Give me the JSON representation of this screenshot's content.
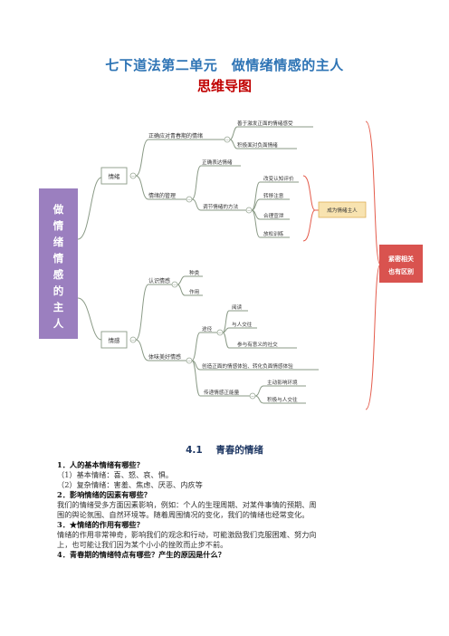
{
  "document": {
    "title": "七下道法第二单元　做情绪情感的主人",
    "subtitle": "思维导图"
  },
  "mindmap": {
    "root": [
      "做",
      "情",
      "绪",
      "情",
      "感",
      "的",
      "主",
      "人"
    ],
    "right_conclusion": [
      "紧密相关",
      "也有区别"
    ],
    "emotion": {
      "label": "情绪",
      "correct": {
        "label": "正确应对青春期的情绪",
        "items": [
          "善于激发正面的情绪感受",
          "积极面对负面情绪"
        ]
      },
      "manage": {
        "label": "情绪的管理",
        "express": "正确表达情绪",
        "adjust": "调节情绪的方法",
        "methods": [
          "改变认知评价",
          "转移注意",
          "合理宣泄",
          "放松训练"
        ],
        "result": "成为情绪主人"
      }
    },
    "feeling": {
      "label": "情感",
      "know": {
        "label": "认识情感",
        "items": [
          "种类",
          "作用"
        ]
      },
      "experience": {
        "label": "体味美好情感",
        "path": {
          "label": "途径",
          "items": [
            "阅读",
            "与人交往",
            "参与有意义的社交"
          ]
        },
        "create": "创造正面的情感体验、转化负面情感体验",
        "pass": {
          "label": "传递情感正能量",
          "items": [
            "主动影响环境",
            "积极与人交往"
          ]
        }
      }
    }
  },
  "section": {
    "number": "4.1",
    "title": "青春的情绪"
  },
  "qa": [
    {
      "q": "1．人的基本情绪有哪些？",
      "a": [
        "（1）基本情绪：喜、怒、哀、惧。",
        "（2）复杂情绪：害羞、焦虑、厌恶、内疚等"
      ]
    },
    {
      "q": "2．影响情绪的因素有哪些？",
      "a": [
        "我们的情绪受多方面因素影响，例如：个人的生理周期、对某件事情的预期、周",
        "围的舆论氛围、自然环境等。随着周围情况的变化，我们的情绪也经常变化。"
      ]
    },
    {
      "q": "3．★情绪的作用有哪些？",
      "a": [
        "情绪的作用非常神奇，影响我们的观念和行动，可能激励我们克服困难、努力向",
        "上，也可能让我们因为某个小小的挫败而止步不前。"
      ]
    },
    {
      "q": "4．青春期的情绪特点有哪些？产生的原因是什么？",
      "a": []
    }
  ]
}
